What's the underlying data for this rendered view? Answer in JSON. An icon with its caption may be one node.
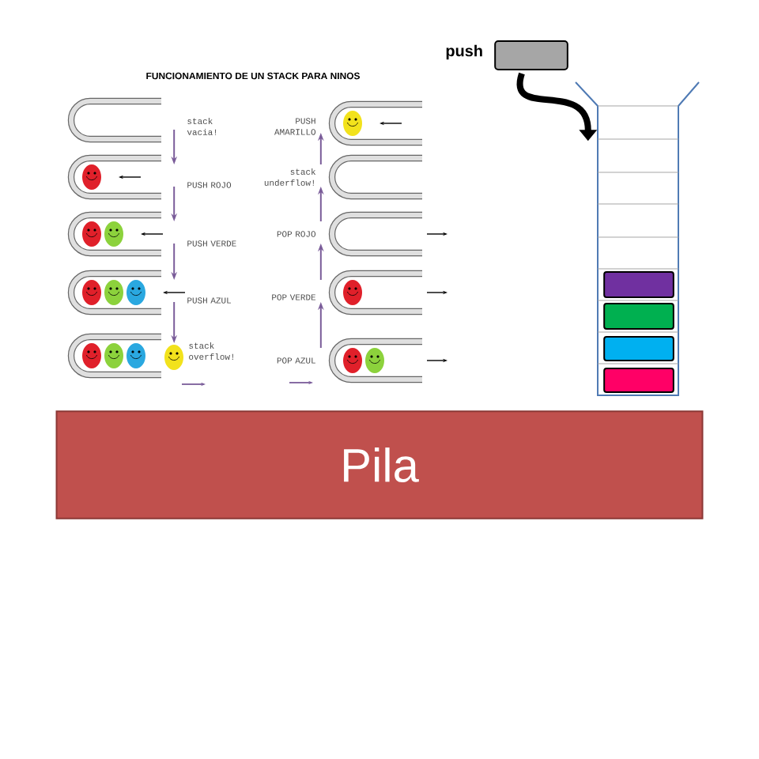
{
  "diagram": {
    "nodes": [
      {
        "text": [],
        "shape": "tube",
        "beside": [
          "stack vacia!"
        ]
      },
      {
        "text": [],
        "shape": "tube",
        "beside": [
          "PUSH ROJO"
        ]
      },
      {
        "text": [],
        "shape": "tube",
        "beside": [
          "PUSH VERDE"
        ]
      },
      {
        "text": [],
        "shape": "tube",
        "beside": [
          "PUSH AZUL"
        ]
      },
      {
        "text": [],
        "shape": "tube",
        "beside": [
          "stack overflow!"
        ]
      },
      {
        "text": [],
        "shape": "tube",
        "beside": [
          "PUSH AMARILLO"
        ]
      },
      {
        "text": [],
        "shape": "tube",
        "beside": [
          "stack underflow!"
        ]
      },
      {
        "text": [],
        "shape": "tube",
        "beside": [
          "POP ROJO"
        ]
      },
      {
        "text": [],
        "shape": "tube",
        "beside": [
          "POP VERDE"
        ]
      },
      {
        "text": [],
        "shape": "tube",
        "beside": [
          "POP AZUL"
        ]
      },
      {
        "text": [],
        "shape": "box",
        "beside": [
          "push"
        ]
      },
      {
        "text": [],
        "shape": "box"
      },
      {
        "text": [],
        "shape": "box",
        "in": 11
      },
      {
        "text": [],
        "shape": "box",
        "in": 11
      },
      {
        "text": [],
        "shape": "box",
        "in": 11
      },
      {
        "text": [],
        "shape": "box",
        "in": 11
      },
      {
        "text": [
          "Pila"
        ]
      }
    ],
    "edges": [
      {
        "from": 0,
        "to": 1,
        "arrow": "to"
      },
      {
        "from": 1,
        "to": 2,
        "arrow": "to"
      },
      {
        "from": 2,
        "to": 3,
        "arrow": "to"
      },
      {
        "from": 3,
        "to": 4,
        "arrow": "to"
      },
      {
        "from": 9,
        "to": 8,
        "arrow": "to"
      },
      {
        "from": 8,
        "to": 7,
        "arrow": "to"
      },
      {
        "from": 7,
        "to": 6,
        "arrow": "to"
      },
      {
        "from": 6,
        "to": 5,
        "arrow": "to"
      },
      {
        "from": 10,
        "to": 11,
        "arrow": "to",
        "style": "thick",
        "color": "#000000"
      }
    ],
    "labels": [
      "FUNCIONAMIENTO DE UN STACK PARA NINOS"
    ]
  }
}
